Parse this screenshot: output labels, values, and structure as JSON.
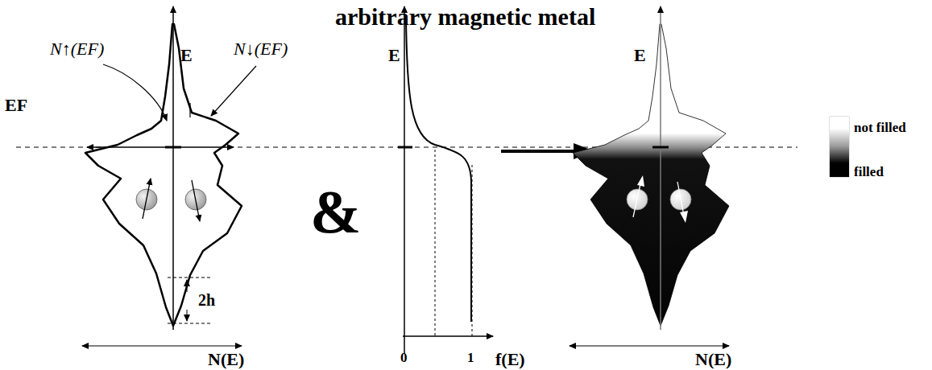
{
  "diagram": {
    "title": "arbitrary magnetic metal",
    "labels": [
      "N↑(EF)",
      "N↓(EF)",
      "E",
      "EF",
      "2h",
      "N(E)",
      "&",
      "E",
      "f(E)",
      "0",
      "1",
      "E",
      "N(E)"
    ],
    "legend": [
      {
        "text": "not filled",
        "color": "#ffffff"
      },
      {
        "text": "filled",
        "color": "#000000"
      }
    ]
  }
}
